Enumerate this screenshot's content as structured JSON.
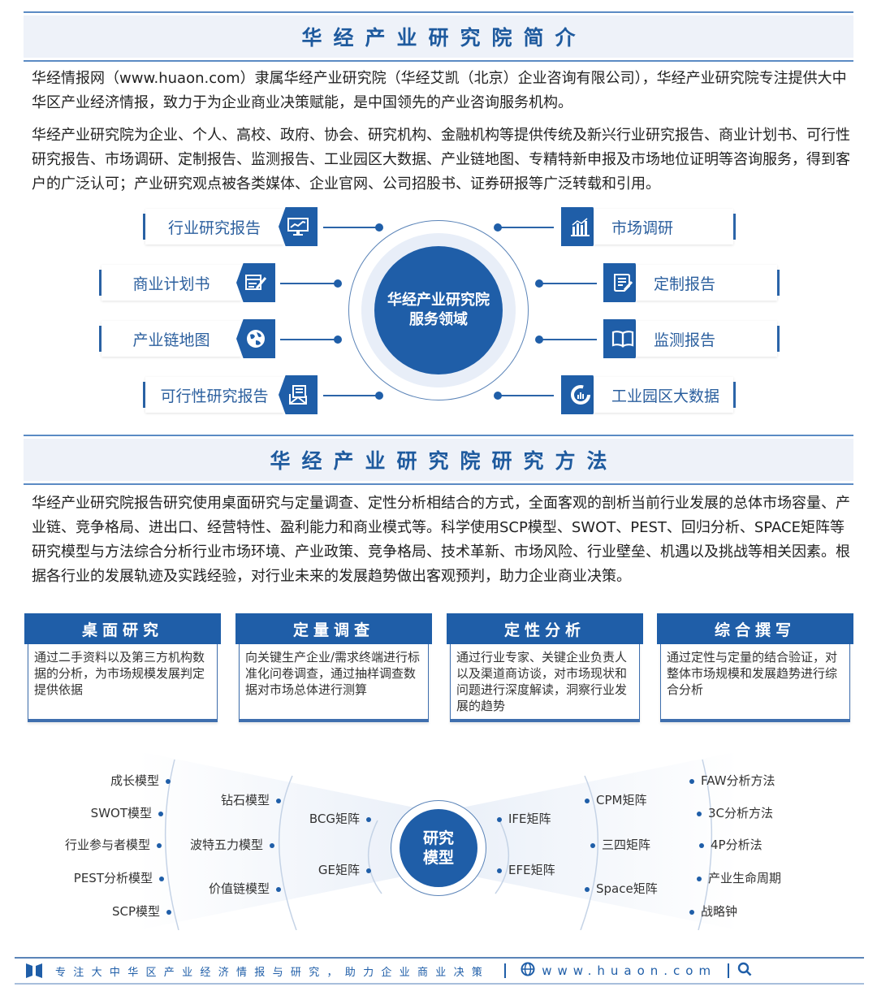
{
  "colors": {
    "primary": "#1f5ea8",
    "header_band": "#eef2f9",
    "rule": "#5b8bc4"
  },
  "intro": {
    "title": "华经产业研究院简介",
    "paragraphs": [
      "华经情报网（www.huaon.com）隶属华经产业研究院（华经艾凯（北京）企业咨询有限公司），华经产业研究院专注提供大中华区产业经济情报，致力于为企业商业决策赋能，是中国领先的产业咨询服务机构。",
      "华经产业研究院为企业、个人、高校、政府、协会、研究机构、金融机构等提供传统及新兴行业研究报告、商业计划书、可行性研究报告、市场调研、定制报告、监测报告、工业园区大数据、产业链地图、专精特新申报及市场地位证明等咨询服务，得到客户的广泛认可；产业研究观点被各类媒体、企业官网、公司招股书、证券研报等广泛转载和引用。"
    ]
  },
  "services": {
    "hub_line1": "华经产业研究院",
    "hub_line2": "服务领域",
    "left": [
      {
        "label": "行业研究报告",
        "icon": "monitor-chart-icon"
      },
      {
        "label": "商业计划书",
        "icon": "document-edit-icon"
      },
      {
        "label": "产业链地图",
        "icon": "globe-icon"
      },
      {
        "label": "可行性研究报告",
        "icon": "envelope-report-icon"
      }
    ],
    "right": [
      {
        "label": "市场调研",
        "icon": "bar-chart-icon"
      },
      {
        "label": "定制报告",
        "icon": "notepad-pen-icon"
      },
      {
        "label": "监测报告",
        "icon": "open-book-icon"
      },
      {
        "label": "工业园区大数据",
        "icon": "pie-chart-icon"
      }
    ]
  },
  "methods": {
    "title": "华经产业研究院研究方法",
    "paragraph": "华经产业研究院报告研究使用桌面研究与定量调查、定性分析相结合的方式，全面客观的剖析当前行业发展的总体市场容量、产业链、竞争格局、进出口、经营特性、盈利能力和商业模式等。科学使用SCP模型、SWOT、PEST、回归分析、SPACE矩阵等研究模型与方法综合分析行业市场环境、产业政策、竞争格局、技术革新、市场风险、行业壁垒、机遇以及挑战等相关因素。根据各行业的发展轨迹及实践经验，对行业未来的发展趋势做出客观预判，助力企业商业决策。",
    "cards": [
      {
        "title": "桌面研究",
        "body": "通过二手资料以及第三方机构数据的分析，为市场规模发展判定提供依据"
      },
      {
        "title": "定量调查",
        "body": "向关键生产企业/需求终端进行标准化问卷调查，通过抽样调查数据对市场总体进行测算"
      },
      {
        "title": "定性分析",
        "body": "通过行业专家、关键企业负责人以及渠道商访谈，对市场现状和问题进行深度解读，洞察行业发展的趋势"
      },
      {
        "title": "综合撰写",
        "body": "通过定性与定量的结合验证，对整体市场规模和发展趋势进行综合分析"
      }
    ]
  },
  "models": {
    "hub_line1": "研究",
    "hub_line2": "模型",
    "left_outer": [
      "成长模型",
      "SWOT模型",
      "行业参与者模型",
      "PEST分析模型",
      "SCP模型"
    ],
    "left_middle": [
      "钻石模型",
      "波特五力模型",
      "价值链模型"
    ],
    "left_inner": [
      "BCG矩阵",
      "GE矩阵"
    ],
    "right_inner": [
      "IFE矩阵",
      "EFE矩阵"
    ],
    "right_middle": [
      "CPM矩阵",
      "三四矩阵",
      "Space矩阵"
    ],
    "right_outer": [
      "FAW分析方法",
      "3C分析方法",
      "4P分析法",
      "产业生命周期",
      "战略钟"
    ]
  },
  "footer": {
    "slogan": "专注大中华区产业经济情报与研究，助力企业商业决策",
    "url": "www.huaon.com"
  }
}
